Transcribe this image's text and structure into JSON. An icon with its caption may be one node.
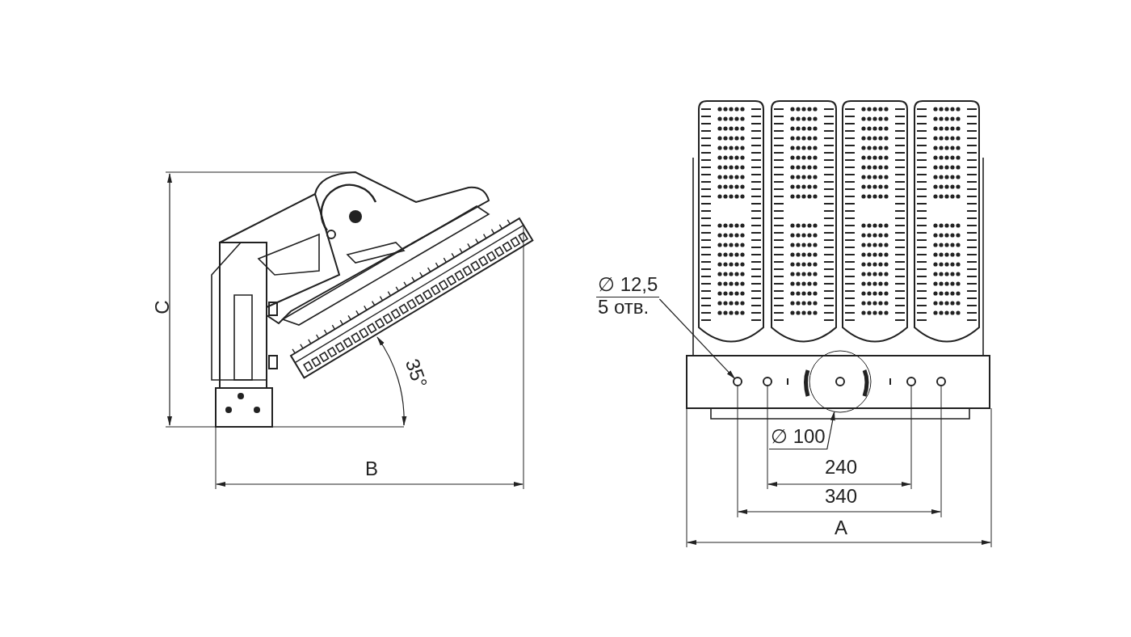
{
  "diagram": {
    "nodes": [
      {
        "text": [
          "∅ 12,5",
          "5 отв."
        ]
      },
      {
        "text": [],
        "shape": "circle"
      },
      {
        "text": [
          "∅ 100"
        ]
      },
      {
        "text": [],
        "shape": "circle"
      }
    ],
    "edges": [
      {
        "from": 0,
        "to": 1,
        "arrow": "to"
      },
      {
        "from": 2,
        "to": 3,
        "arrow": "to"
      }
    ],
    "labels": [
      "C",
      "35°",
      "B",
      "240",
      "340",
      "A"
    ]
  }
}
